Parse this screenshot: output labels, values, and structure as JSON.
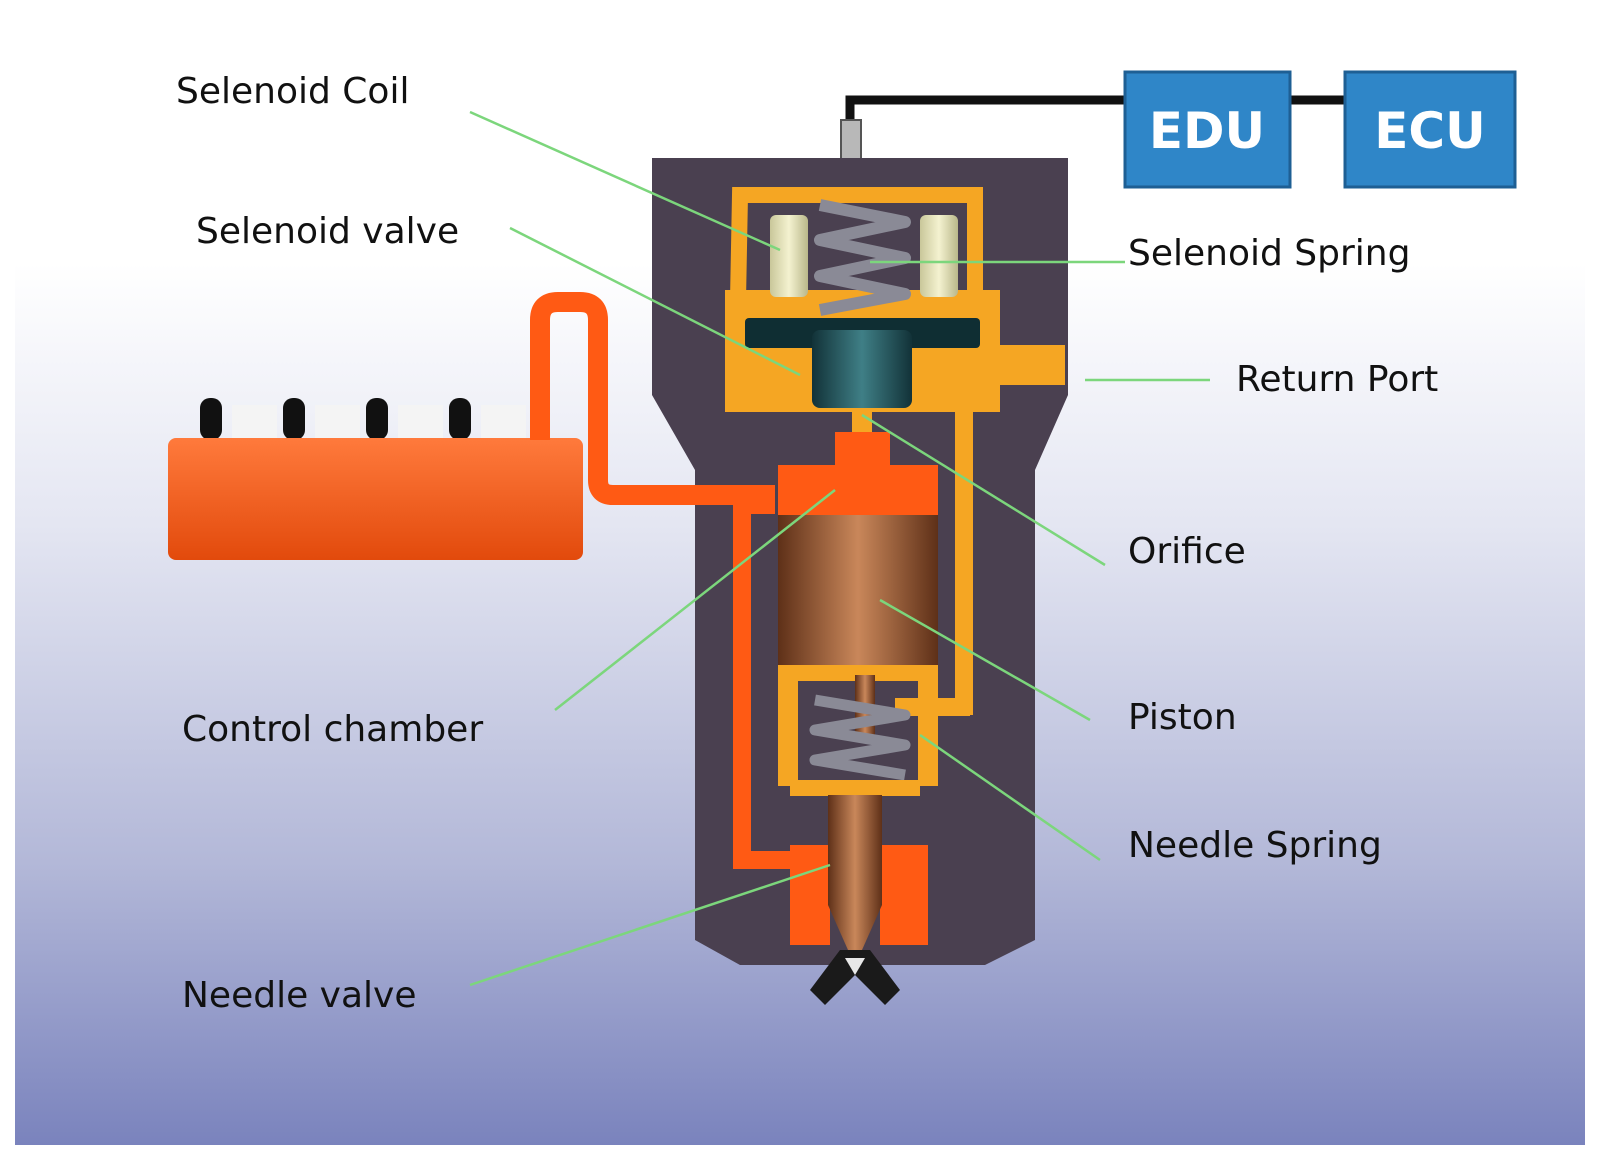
{
  "labels": {
    "selenoid_coil": "Selenoid Coil",
    "selenoid_valve": "Selenoid valve",
    "selenoid_spring": "Selenoid Spring",
    "return_port": "Return Port",
    "orifice": "Orifice",
    "control_chamber": "Control chamber",
    "piston": "Piston",
    "needle_spring": "Needle Spring",
    "needle_valve": "Needle valve"
  },
  "boxes": {
    "edu": "EDU",
    "ecu": "ECU"
  },
  "colors": {
    "body": "#4a4050",
    "fuel": "#ff5a14",
    "return_line": "#f5a623",
    "box": "#2f86c8",
    "leader": "#7cd67c",
    "piston": "#9c5a32"
  }
}
